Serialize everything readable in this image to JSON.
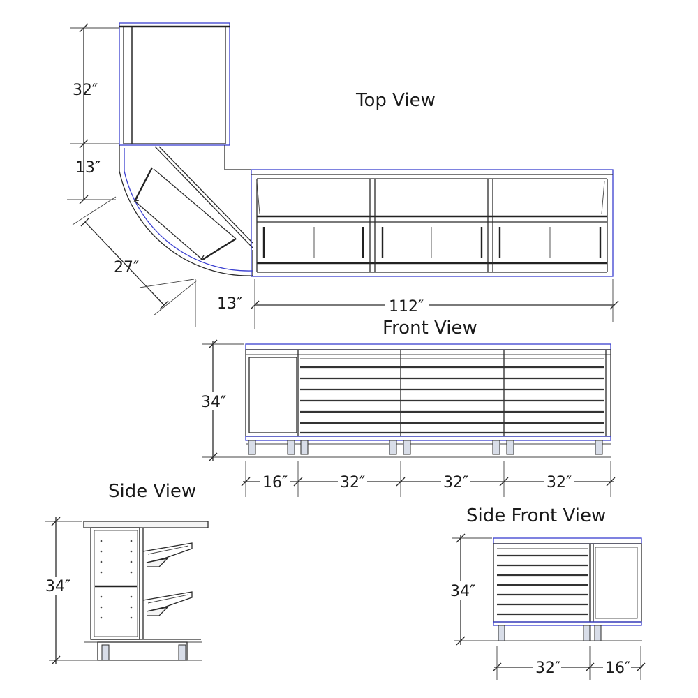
{
  "views": {
    "top": {
      "title": "Top View",
      "dim_height": "32″",
      "dim_corner_upper": "13″",
      "dim_corner_depth": "27″",
      "dim_corner_lower": "13″",
      "dim_length": "112″"
    },
    "front": {
      "title": "Front View",
      "dim_height": "34″",
      "dim_sections": [
        "16″",
        "32″",
        "32″",
        "32″"
      ]
    },
    "side": {
      "title": "Side View",
      "dim_height": "34″"
    },
    "side_front": {
      "title": "Side Front View",
      "dim_height": "34″",
      "dim_sections": [
        "32″",
        "16″"
      ]
    }
  },
  "colors": {
    "line": "#2b2b2b",
    "accent": "#3a3fd0"
  }
}
